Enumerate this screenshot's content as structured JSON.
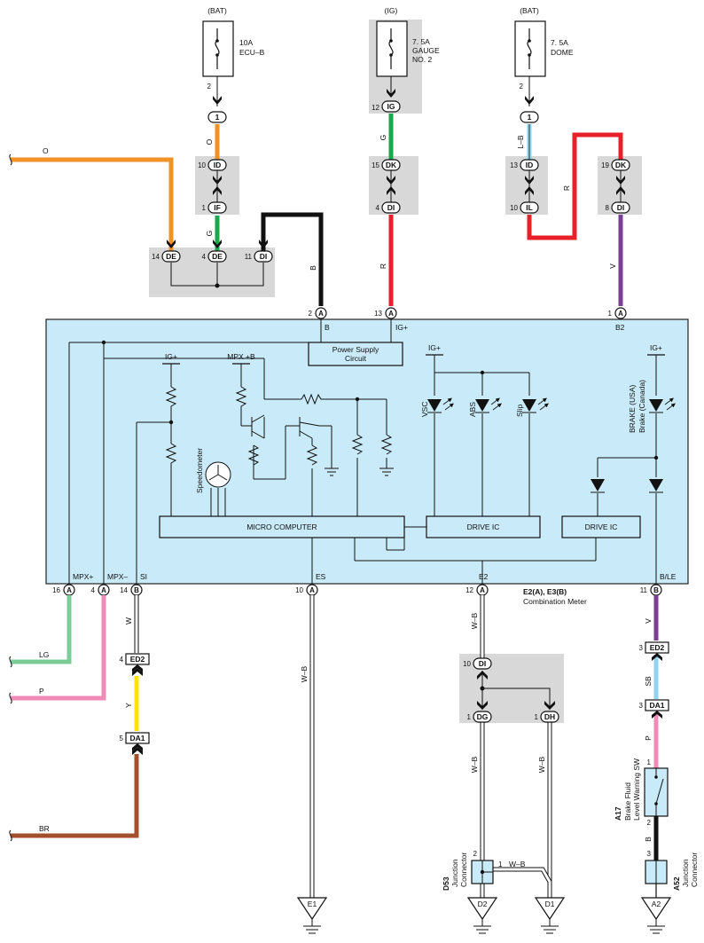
{
  "colors": {
    "orange": "#f39224",
    "green": "#1aa84d",
    "black": "#111111",
    "red": "#e8202a",
    "purple": "#7a3e96",
    "light_blue": "#8fd3ee",
    "light_green": "#7ccc98",
    "pink": "#f08bb8",
    "yellow": "#ffe400",
    "brown": "#a24f2b",
    "meter_fill": "#c9eaf8",
    "shade": "#d8d8d8"
  },
  "fuses": {
    "ecu_b": {
      "source": "(BAT)",
      "rating": "10A",
      "name": "ECU–B",
      "pin": "2"
    },
    "gauge": {
      "source": "(IG)",
      "rating": "7. 5A",
      "name": "GAUGE",
      "name2": "NO. 2",
      "pin": "12",
      "conn": "IG"
    },
    "dome": {
      "source": "(BAT)",
      "rating": "7. 5A",
      "name": "DOME",
      "pin": "2"
    }
  },
  "connectors": {
    "one_a": "1",
    "one_b": "1",
    "id": "ID",
    "if": "IF",
    "de": "DE",
    "di": "DI",
    "dk": "DK",
    "il": "IL",
    "a": "A",
    "b": "B",
    "ed2": "ED2",
    "da1": "DA1",
    "dg": "DG",
    "dh": "DH"
  },
  "pins": {
    "p10": "10",
    "p1": "1",
    "p14": "14",
    "p4": "4",
    "p11": "11",
    "p15": "15",
    "p4b": "4",
    "p13": "13",
    "p10b": "10",
    "p19": "19",
    "p8": "8",
    "p2": "2",
    "p13b": "13",
    "p1b": "1",
    "p16": "16",
    "p4c": "4",
    "p14b": "14",
    "p10c": "10",
    "p12": "12",
    "p11b": "11",
    "p4d": "4",
    "p5": "5",
    "p10d": "10",
    "p1c": "1",
    "p1d": "1",
    "p3": "3",
    "p3b": "3",
    "p1e": "1",
    "p2b": "2",
    "p3c": "3",
    "p2c": "2",
    "p1f": "1"
  },
  "wires": {
    "o": "O",
    "o_short": "O",
    "g": "G",
    "g2": "G",
    "b": "B",
    "r": "R",
    "r2": "R",
    "lb": "L–B",
    "v": "V",
    "lg": "LG",
    "p": "P",
    "br": "BR",
    "w": "W",
    "y": "Y",
    "wb": "W–B",
    "wb2": "W–B",
    "wb3": "W–B",
    "wb4": "W–B",
    "wb5": "W–B",
    "v2": "V",
    "sb": "SB",
    "p2": "P",
    "b2": "B"
  },
  "meter": {
    "term_b": "B",
    "term_igp": "IG+",
    "term_b2": "B2",
    "psu_line1": "Power Supply",
    "psu_line2": "Circuit",
    "igp1": "IG+",
    "mpxb": "MPX +B",
    "igp2": "IG+",
    "igp3": "IG+",
    "vsc": "VSC",
    "abs": "ABS",
    "slip": "Slip",
    "brake1": "BRAKE (USA)",
    "brake2": "Brake (Canada)",
    "speedometer": "Speedometer",
    "micro": "MICRO COMPUTER",
    "drive1": "DRIVE IC",
    "drive2": "DRIVE IC",
    "mpxp": "MPX+",
    "mpxm": "MPX–",
    "si": "SI",
    "es": "ES",
    "e2": "E2",
    "ble": "B/LE",
    "code": "E2(A), E3(B)",
    "name": "Combination Meter"
  },
  "components": {
    "a17_code": "A17",
    "a17_name1": "Brake Fluid",
    "a17_name2": "Level Warning SW",
    "d53_code": "D53",
    "d53_name1": "Junction",
    "d53_name2": "Connector",
    "a52_code": "A52",
    "a52_name1": "Junction",
    "a52_name2": "Connector"
  },
  "grounds": {
    "e1": "E1",
    "d2": "D2",
    "d1": "D1",
    "a2": "A2"
  }
}
